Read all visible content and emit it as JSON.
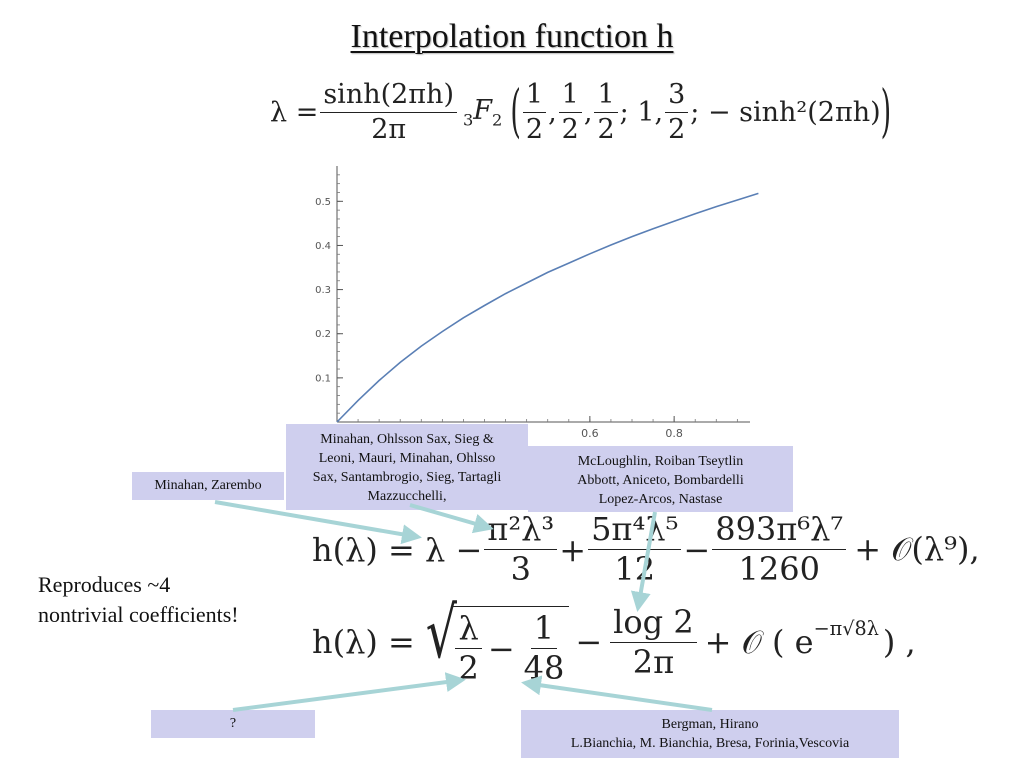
{
  "title": "Interpolation function h",
  "equations": {
    "lambda_def": {
      "lhs": "λ =",
      "frac_num": "sinh(2πh)",
      "frac_den": "2π",
      "fn_pre": "3",
      "fn": "F",
      "fn_post": "2",
      "args_a1": "1",
      "args_a1d": "2",
      "args_a2": "1",
      "args_a2d": "2",
      "args_a3": "1",
      "args_a3d": "2",
      "args_mid": "; 1,",
      "args_b": "3",
      "args_bd": "2",
      "args_tail": "; − sinh²(2πh)"
    },
    "weak": {
      "lhs": "h(λ) = λ −",
      "t1_num": "π²λ³",
      "t1_den": "3",
      "op1": "+",
      "t2_num": "5π⁴λ⁵",
      "t2_den": "12",
      "op2": "−",
      "t3_num": "893π⁶λ⁷",
      "t3_den": "1260",
      "tail": "+ 𝒪(λ⁹),"
    },
    "strong": {
      "lhs": "h(λ) =",
      "s1_num": "λ",
      "s1_den": "2",
      "sop": "−",
      "s2_num": "1",
      "s2_den": "48",
      "op": "−",
      "t_num": "log 2",
      "t_den": "2π",
      "tail": "+ 𝒪 ( e",
      "exp": "−π√8λ",
      "end": ") ,"
    }
  },
  "labels": {
    "box_a": "Minahan, Zarembo",
    "box_b": [
      "Minahan, Ohlsson Sax, Sieg &",
      "Leoni, Mauri, Minahan, Ohlsso",
      "Sax, Santambrogio, Sieg, Tartagli",
      "Mazzucchelli,"
    ],
    "box_c": [
      "McLoughlin, Roiban Tseytlin",
      "Abbott, Aniceto, Bombardelli",
      "Lopez-Arcos, Nastase"
    ],
    "box_d": "?",
    "box_e": [
      "Bergman, Hirano",
      "L.Bianchia, M. Bianchia, Bresa, Forinia,Vescovia"
    ]
  },
  "note": [
    "Reproduces ~4",
    "nontrivial coefficients!"
  ],
  "colors": {
    "curve": "#5a7fb5",
    "box_bg": "#cfcfee",
    "arrow": "#a7d4d6"
  },
  "chart_data": {
    "type": "line",
    "title": "",
    "xlabel": "",
    "ylabel": "",
    "xlim": [
      0,
      0.98
    ],
    "ylim": [
      0,
      0.58
    ],
    "x_ticks": [
      "0.6",
      "0.8"
    ],
    "x_tick_values": [
      0.6,
      0.8
    ],
    "y_ticks": [
      "0.1",
      "0.2",
      "0.3",
      "0.4",
      "0.5"
    ],
    "y_tick_values": [
      0.1,
      0.2,
      0.3,
      0.4,
      0.5
    ],
    "series": [
      {
        "x": [
          0,
          0.05,
          0.1,
          0.15,
          0.2,
          0.25,
          0.3,
          0.35,
          0.4,
          0.45,
          0.5,
          0.55,
          0.6,
          0.65,
          0.7,
          0.75,
          0.8,
          0.85,
          0.9,
          0.95,
          1.0
        ],
        "values": [
          0,
          0.049,
          0.094,
          0.135,
          0.172,
          0.205,
          0.236,
          0.264,
          0.291,
          0.315,
          0.339,
          0.36,
          0.381,
          0.401,
          0.42,
          0.438,
          0.455,
          0.472,
          0.488,
          0.503,
          0.518
        ]
      }
    ],
    "grid": false
  }
}
